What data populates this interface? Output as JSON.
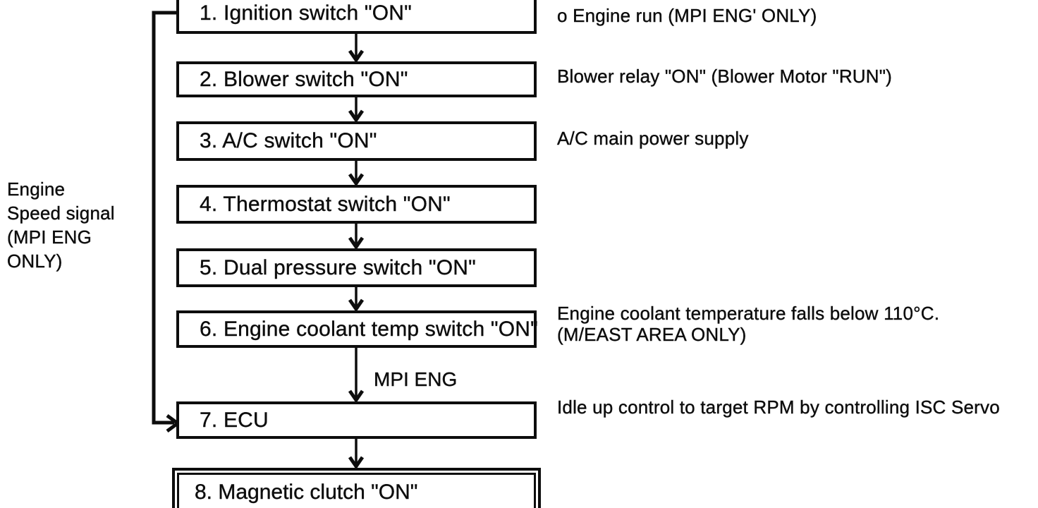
{
  "diagram": {
    "left_note": "Engine\nSpeed signal\n(MPI ENG\nONLY)",
    "boxes": [
      {
        "label": "1. Ignition switch \"ON\""
      },
      {
        "label": "2. Blower switch \"ON\""
      },
      {
        "label": "3. A/C switch \"ON\""
      },
      {
        "label": "4. Thermostat switch \"ON\""
      },
      {
        "label": "5. Dual pressure switch \"ON\""
      },
      {
        "label": "6. Engine coolant temp switch \"ON\""
      },
      {
        "label": "7. ECU"
      },
      {
        "label": "8. Magnetic clutch \"ON\""
      }
    ],
    "arrow_label": "MPI ENG",
    "annotations": [
      {
        "text": "o Engine run (MPI ENG' ONLY)"
      },
      {
        "text": "Blower relay \"ON\" (Blower Motor \"RUN\")"
      },
      {
        "text": "A/C main power supply"
      },
      {
        "text": "Engine coolant temperature falls below 110°C.\n(M/EAST AREA ONLY)"
      },
      {
        "text": "Idle up control to target RPM by controlling ISC Servo"
      }
    ],
    "colors": {
      "ink": "#0d0d0d",
      "background": "#ffffff"
    }
  }
}
